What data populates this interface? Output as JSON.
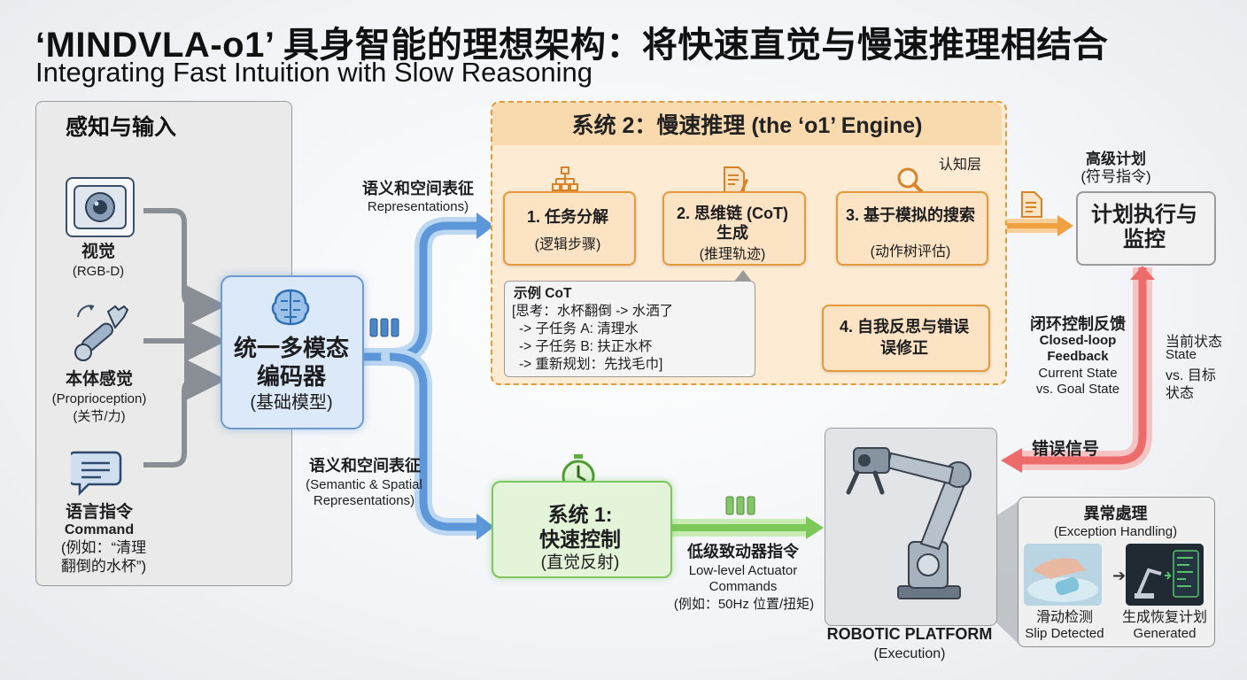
{
  "header": {
    "title": "‘MINDVLA-o1’ 具身智能的理想架构：将快速直觉与慢速推理相结合",
    "subtitle": "Integrating Fast Intuition with Slow Reasoning"
  },
  "perception": {
    "title": "感知与输入",
    "vision": {
      "label": "视觉",
      "sub": "(RGB-D)"
    },
    "proprio": {
      "label": "本体感觉",
      "sub1": "(Proprioception)",
      "sub2": "(关节/力)"
    },
    "language": {
      "label": "语言指令",
      "sub1": "Command",
      "sub2": "(例如：“清理",
      "sub3": "翻倒的水杯”)"
    }
  },
  "encoder": {
    "line1": "统一多模态",
    "line2": "编码器",
    "line3": "(基础模型)"
  },
  "top_arrow": {
    "label": "语义和空间表征",
    "sub": "Representations)"
  },
  "bottom_arrow": {
    "label": "语义和空间表征",
    "sub1": "(Semantic & Spatial",
    "sub2": "Representations)"
  },
  "system2": {
    "title": "系统 2：慢速推理 (the ‘o1’ Engine)",
    "layer": "认知层",
    "step1": {
      "title": "1. 任务分解",
      "sub": "(逻辑步骤)"
    },
    "step2": {
      "title1": "2. 思维链 (CoT)",
      "title2": "生成",
      "sub": "(推理轨迹)"
    },
    "step3": {
      "title": "3. 基于模拟的搜索",
      "sub": "(动作树评估)"
    },
    "step4": {
      "title1": "4. 自我反思与错误",
      "title2": "误修正"
    },
    "cot": {
      "title": "示例 CoT",
      "lines": [
        "[思考：水杯翻倒 -> 水洒了",
        "-> 子任务 A: 清理水",
        "-> 子任务 B: 扶正水杯",
        "-> 重新规划：先找毛巾]"
      ]
    }
  },
  "plan": {
    "above1": "高级计划",
    "above2": "(符号指令)",
    "line1": "计划执行与",
    "line2": "监控"
  },
  "feedback": {
    "cn": "闭环控制反馈",
    "en1": "Closed-loop",
    "en2": "Feedback",
    "en3": "Current State",
    "en4": "vs. Goal State",
    "right1": "当前状态",
    "right2": "State",
    "right3": "vs. 目标",
    "right4": "状态",
    "error": "错误信号"
  },
  "system1": {
    "line1": "系统 1:",
    "line2": "快速控制",
    "line3": "(直觉反射)"
  },
  "actuator": {
    "cn": "低级致动器指令",
    "en1": "Low-level Actuator",
    "en2": "Commands",
    "example": "(例如：50Hz 位置/扭矩)"
  },
  "robot": {
    "label": "ROBOTIC PLATFORM",
    "sub": "(Execution)"
  },
  "exception": {
    "title": "異常處理",
    "sub": "(Exception Handling)",
    "slip_cn": "滑动检测",
    "slip_en": "Slip Detected",
    "gen_cn": "生成恢复计划",
    "gen_en": "Generated"
  },
  "colors": {
    "blue": "#5b97d9",
    "orange": "#f0a040",
    "green": "#7cc95a",
    "red": "#ee6b6b",
    "gray": "#8a8f96"
  }
}
